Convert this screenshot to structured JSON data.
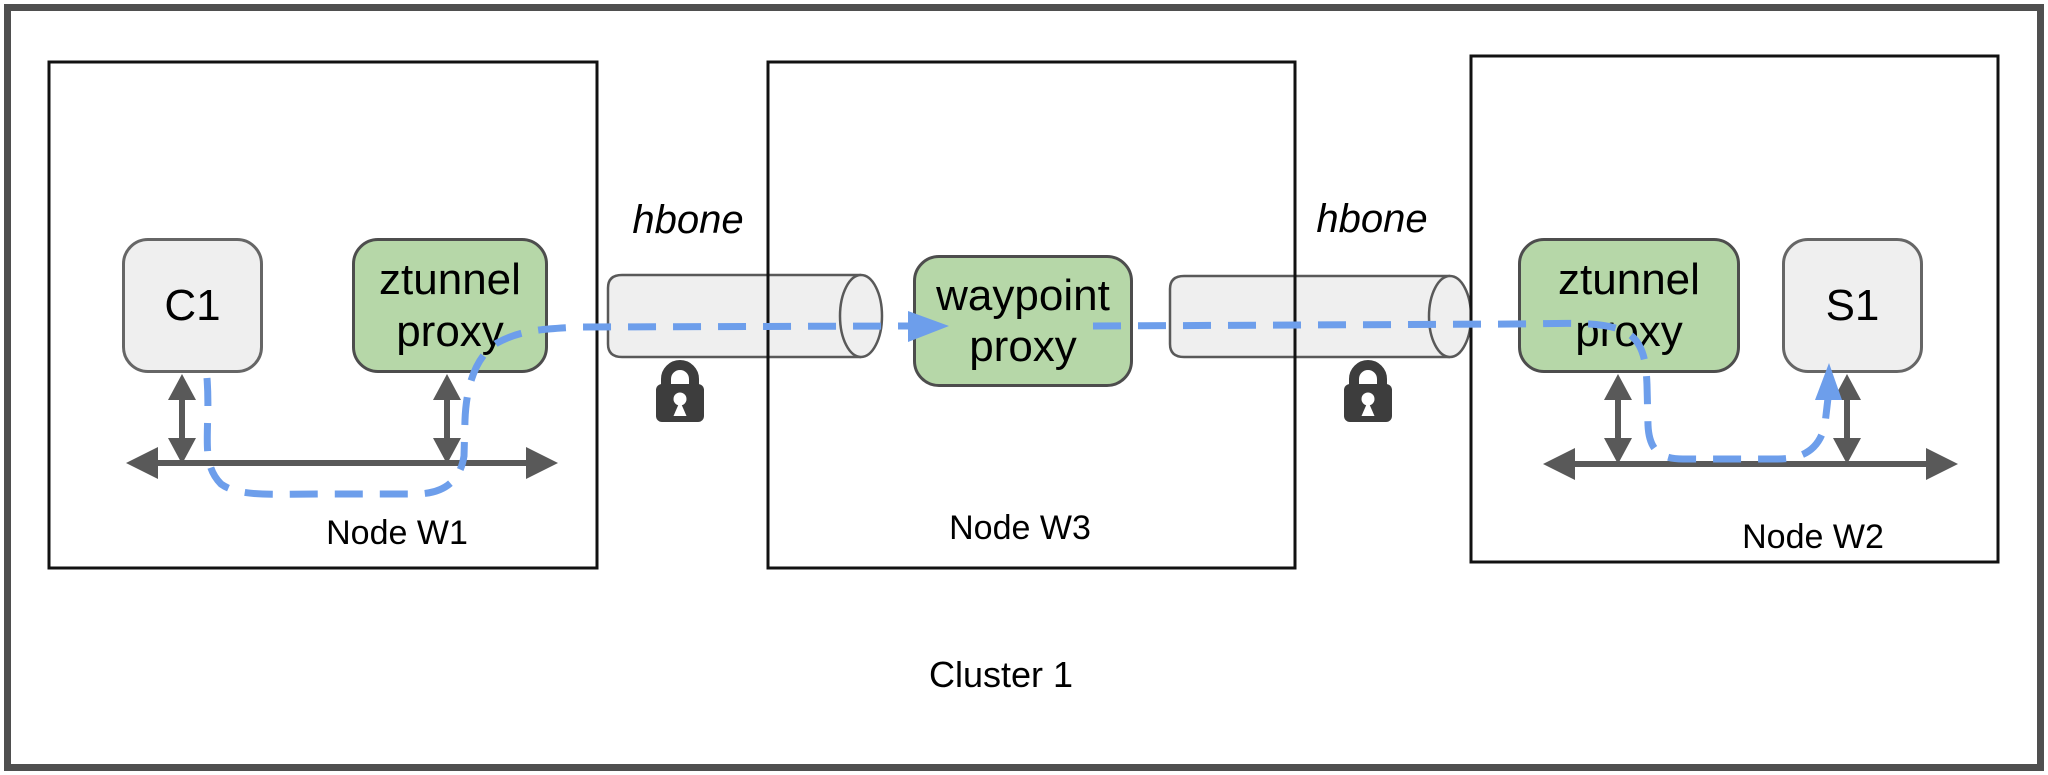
{
  "cluster": {
    "label": "Cluster 1"
  },
  "nodes": [
    {
      "label": "Node W1"
    },
    {
      "label": "Node W3"
    },
    {
      "label": "Node W2"
    }
  ],
  "boxes": {
    "c1": "C1",
    "ztunnel_w1": "ztunnel proxy",
    "waypoint": "waypoint proxy",
    "ztunnel_w2": "ztunnel proxy",
    "s1": "S1"
  },
  "tunnels": [
    {
      "label": "hbone",
      "icon": "lock-icon"
    },
    {
      "label": "hbone",
      "icon": "lock-icon"
    }
  ],
  "colors": {
    "proxy_green": "#b6d7a8",
    "workload_gray": "#efefef",
    "traffic_blue": "#6d9eeb",
    "arrow_gray": "#595959",
    "node_border": "#111111",
    "cluster_border": "#4f4f4f",
    "lock_dark": "#3d3d3d"
  }
}
